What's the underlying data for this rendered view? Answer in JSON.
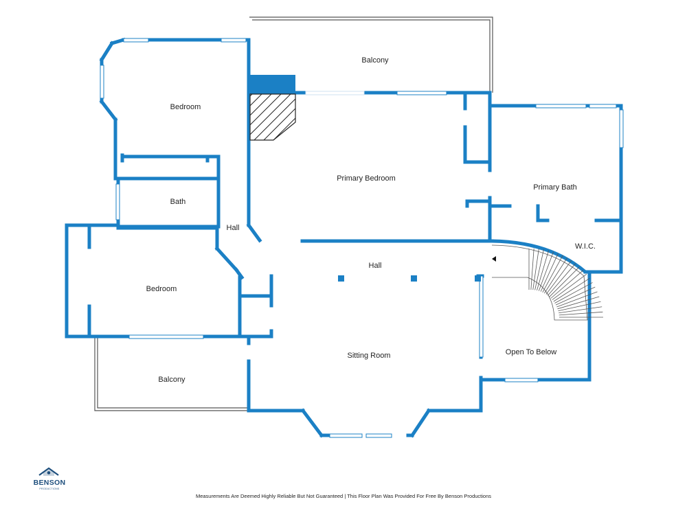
{
  "rooms": {
    "balcony_top": "Balcony",
    "bedroom_top": "Bedroom",
    "primary_bedroom": "Primary Bedroom",
    "primary_bath": "Primary Bath",
    "bath": "Bath",
    "hall_left": "Hall",
    "wic": "W.I.C.",
    "hall_center": "Hall",
    "bedroom_left": "Bedroom",
    "sitting_room": "Sitting Room",
    "open_to_below": "Open To Below",
    "balcony_bottom": "Balcony"
  },
  "brand": {
    "name": "BENSON",
    "tagline": "PRODUCTIONS"
  },
  "footer": "Measurements Are Deemed Highly Reliable But Not Guaranteed | This Floor Plan Was Provided For Free By Benson Productions",
  "colors": {
    "wall": "#1b80c5",
    "outline": "#555555",
    "brand": "#1e4f7d"
  }
}
